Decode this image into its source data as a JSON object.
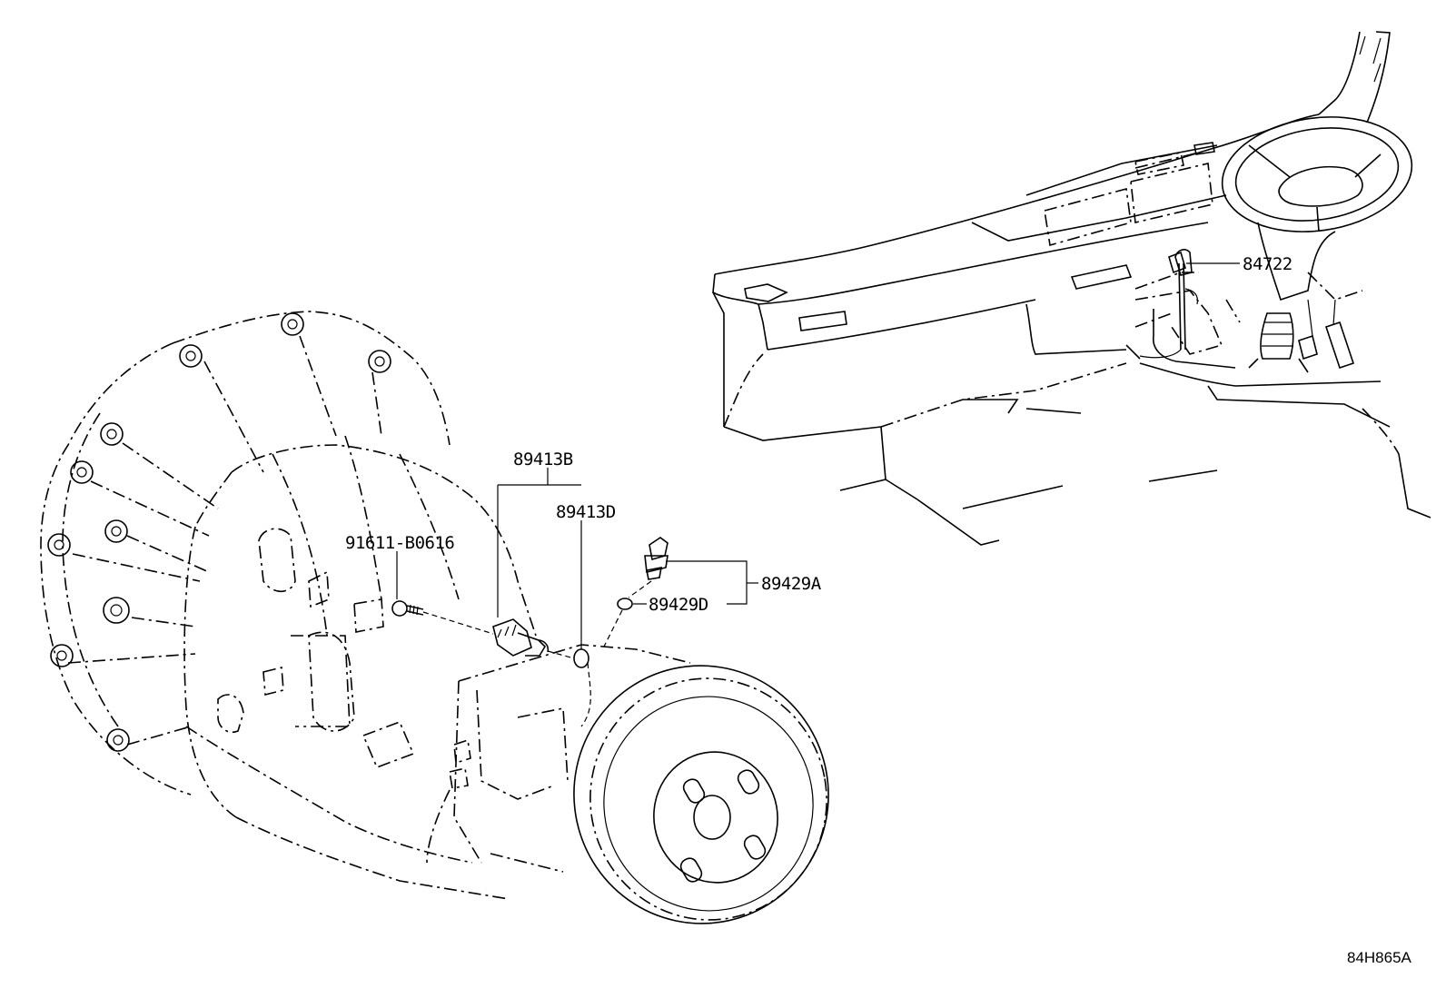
{
  "callouts": {
    "p89413b": "89413B",
    "p89413d": "89413D",
    "p91611": "91611-B0616",
    "p89429a": "89429A",
    "p89429d": "89429D",
    "p84722": "84722"
  },
  "diagram_code": "84H865A"
}
